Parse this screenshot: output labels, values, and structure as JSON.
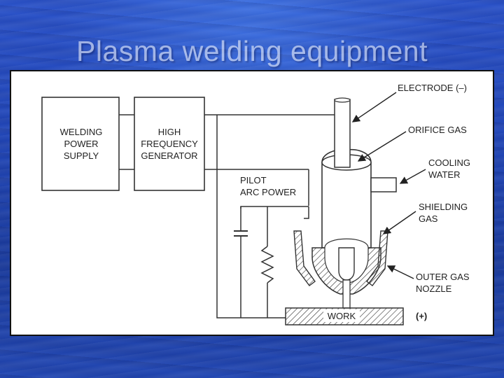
{
  "slide": {
    "title": "Plasma welding equipment"
  },
  "diagram": {
    "boxes": {
      "power_supply": [
        "WELDING",
        "POWER",
        "SUPPLY"
      ],
      "hf_generator": [
        "HIGH",
        "FREQUENCY",
        "GENERATOR"
      ]
    },
    "pilot_arc": [
      "PILOT",
      "ARC POWER"
    ],
    "work": "WORK",
    "work_polarity": "(+)",
    "callouts": {
      "electrode": "ELECTRODE (–)",
      "orifice_gas": "ORIFICE GAS",
      "cooling_water": [
        "COOLING",
        "WATER"
      ],
      "shielding_gas": [
        "SHIELDING",
        "GAS"
      ],
      "outer_gas_nozzle": [
        "OUTER GAS",
        "NOZZLE"
      ]
    }
  }
}
